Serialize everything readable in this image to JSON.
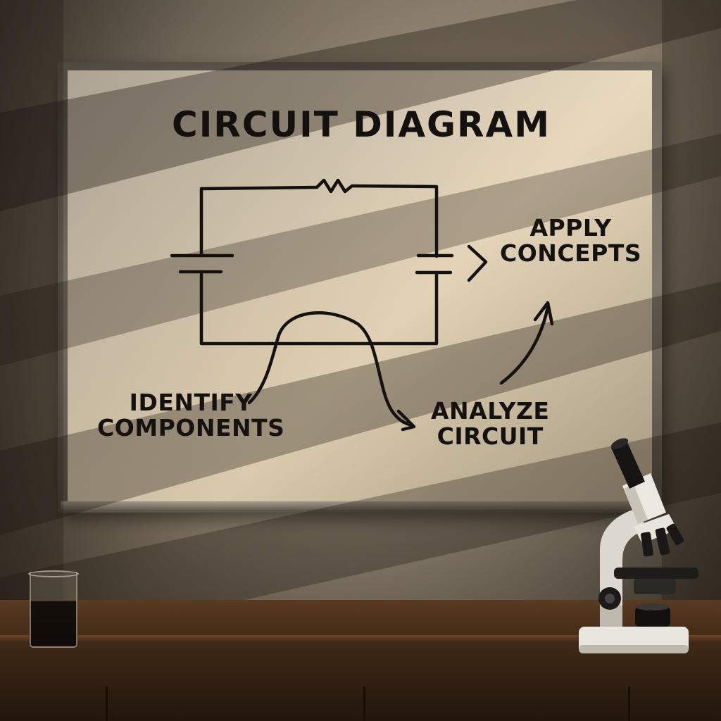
{
  "board": {
    "title": "CIRCUIT DIAGRAM",
    "steps": [
      {
        "line1": "IDENTIFY",
        "line2": "COMPONENTS"
      },
      {
        "line1": "ANALYZE",
        "line2": "CIRCUIT"
      },
      {
        "line1": "APPLY",
        "line2": "CONCEPTS"
      }
    ]
  },
  "colors": {
    "ink": "#151311",
    "board": "#e6d6bb",
    "wood": "#3d2716"
  },
  "icons": [
    "resistor-icon",
    "capacitor-icon",
    "arrow-icon",
    "microscope-icon",
    "beaker-icon"
  ]
}
